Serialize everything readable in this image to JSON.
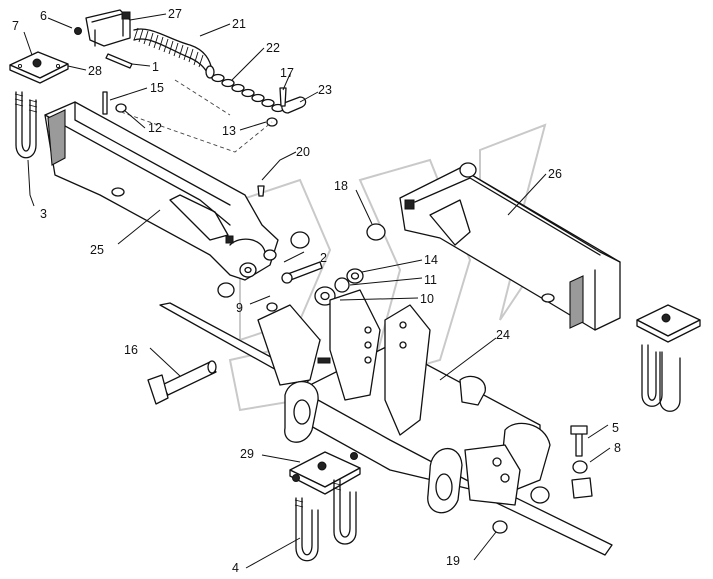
{
  "diagram": {
    "callouts": [
      "1",
      "2",
      "3",
      "4",
      "5",
      "6",
      "7",
      "8",
      "9",
      "10",
      "11",
      "12",
      "13",
      "14",
      "15",
      "16",
      "17",
      "18",
      "19",
      "20",
      "21",
      "22",
      "23",
      "24",
      "25",
      "26",
      "27",
      "28",
      "29"
    ]
  }
}
